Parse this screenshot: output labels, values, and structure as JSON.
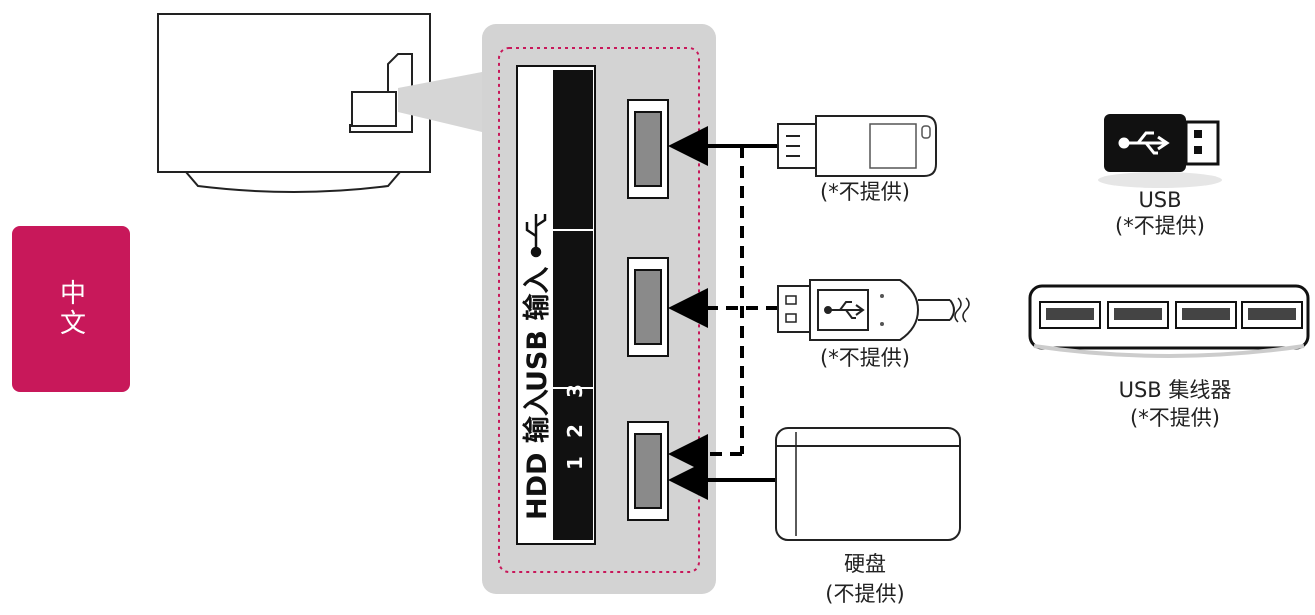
{
  "language_tab": {
    "label": "中文"
  },
  "panel": {
    "hdd_label": "HDD 输入",
    "usb_label": "USB 输入",
    "port_1": "1",
    "port_2": "2",
    "port_3": "3"
  },
  "devices": {
    "usb_stick_caption": "(*不提供)",
    "usb_cable_caption": "(*不提供)",
    "hdd_title": "硬盘",
    "hdd_caption": "(不提供)",
    "usb_icon_title": "USB",
    "usb_icon_caption": "(*不提供)",
    "hub_title": "USB 集线器",
    "hub_caption": "(*不提供)"
  },
  "colors": {
    "accent": "#c8185a",
    "panel_bg": "#d3d3d3",
    "dotted_border": "#c8185a",
    "port_fill": "#8a8a8a"
  }
}
